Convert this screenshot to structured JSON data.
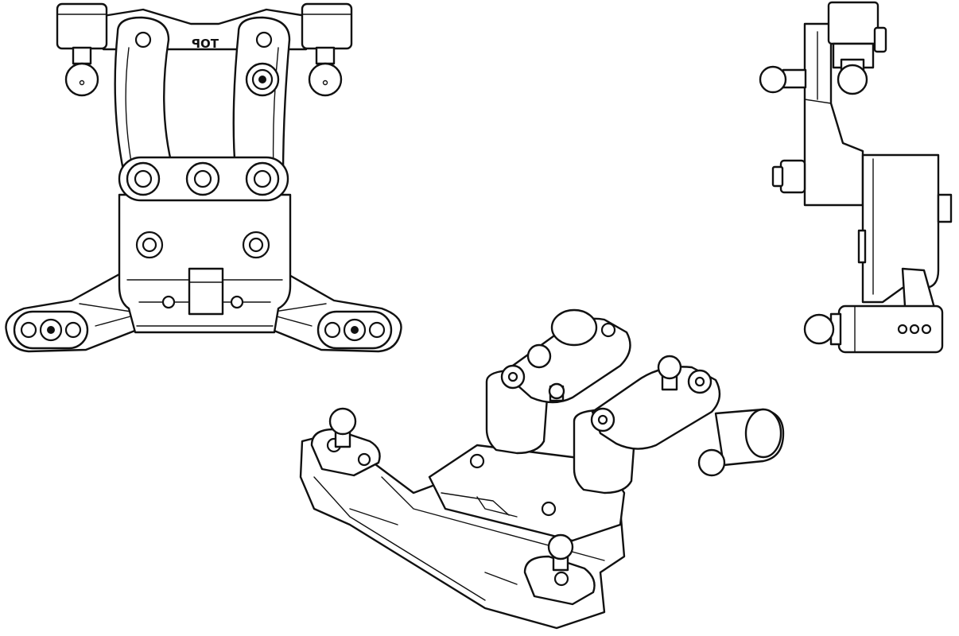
{
  "figure": {
    "views": [
      "top-view",
      "side-view",
      "isometric-view"
    ],
    "part_label": "TOP",
    "line_color": "#111111",
    "background_color": "#ffffff"
  }
}
